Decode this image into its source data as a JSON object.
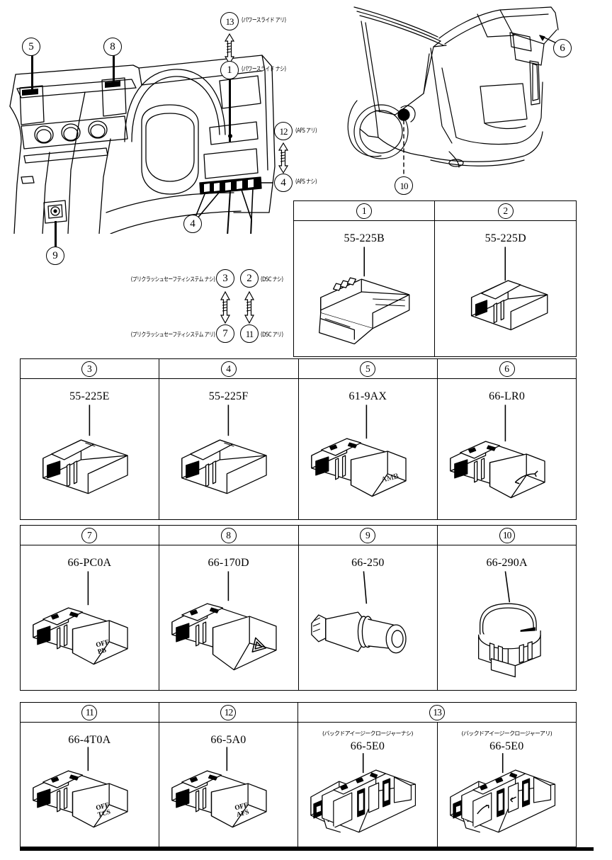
{
  "document": {
    "type": "automotive-parts-illustration",
    "title": "Switch parts illustration with reference table"
  },
  "diagram": {
    "interior_view": {
      "callouts": [
        {
          "id": "5",
          "label": "5",
          "note": ""
        },
        {
          "id": "8",
          "label": "8",
          "note": ""
        },
        {
          "id": "13",
          "label": "13",
          "note": "(パワースライド アリ)"
        },
        {
          "id": "1",
          "label": "1",
          "note": "(パワースライド ナシ)"
        },
        {
          "id": "12",
          "label": "12",
          "note": "(AFS アリ)"
        },
        {
          "id": "4",
          "label": "4",
          "note": "(AFS ナシ)"
        },
        {
          "id": "4b",
          "label": "4",
          "note": ""
        },
        {
          "id": "9",
          "label": "9",
          "note": ""
        },
        {
          "id": "3",
          "label": "3",
          "note": "(プリクラッシュセーフティシステム ナシ)"
        },
        {
          "id": "7",
          "label": "7",
          "note": "(プリクラッシュセーフティシステム アリ)"
        },
        {
          "id": "2",
          "label": "2",
          "note": "(DSC ナシ)"
        },
        {
          "id": "11",
          "label": "11",
          "note": "(DSC アリ)"
        }
      ]
    },
    "rear_view": {
      "callouts": [
        {
          "id": "6",
          "label": "6"
        },
        {
          "id": "10",
          "label": "10"
        }
      ]
    }
  },
  "table": {
    "rows": [
      {
        "headers": [
          "1",
          "2"
        ],
        "cells": [
          {
            "num": "1",
            "part_number": "55-225B",
            "jp_note": "",
            "art": "ashtray",
            "face_text": ""
          },
          {
            "num": "2",
            "part_number": "55-225D",
            "jp_note": "",
            "art": "blank-switch",
            "face_text": ""
          }
        ]
      },
      {
        "headers": [
          "3",
          "4",
          "5",
          "6"
        ],
        "cells": [
          {
            "num": "3",
            "part_number": "55-225E",
            "jp_note": "",
            "art": "blank-switch",
            "face_text": ""
          },
          {
            "num": "4",
            "part_number": "55-225F",
            "jp_note": "",
            "art": "blank-switch",
            "face_text": ""
          },
          {
            "num": "5",
            "part_number": "61-9AX",
            "jp_note": "",
            "art": "rocker-switch",
            "face_text": "AMB"
          },
          {
            "num": "6",
            "part_number": "66-LR0",
            "jp_note": "",
            "art": "rocker-switch",
            "face_text": "hatch-icon"
          }
        ]
      },
      {
        "headers": [
          "7",
          "8",
          "9",
          "10"
        ],
        "cells": [
          {
            "num": "7",
            "part_number": "66-PC0A",
            "jp_note": "",
            "art": "rocker-switch",
            "face_text": "OFF PB"
          },
          {
            "num": "8",
            "part_number": "66-170D",
            "jp_note": "",
            "art": "hazard-switch",
            "face_text": "hazard-icon"
          },
          {
            "num": "9",
            "part_number": "66-250",
            "jp_note": "",
            "art": "cigarette-lighter",
            "face_text": ""
          },
          {
            "num": "10",
            "part_number": "66-290A",
            "jp_note": "",
            "art": "push-button",
            "face_text": ""
          }
        ]
      },
      {
        "headers": [
          "11",
          "12",
          "13"
        ],
        "cells": [
          {
            "num": "11",
            "part_number": "66-4T0A",
            "jp_note": "",
            "art": "rocker-switch",
            "face_text": "OFF TCS"
          },
          {
            "num": "12",
            "part_number": "66-5A0",
            "jp_note": "",
            "art": "rocker-switch",
            "face_text": "OFF AFS"
          },
          {
            "num": "13a",
            "part_number": "66-5E0",
            "jp_note": "(バックドアイージークロージャーナシ)",
            "art": "multi-switch-plain",
            "face_text": ""
          },
          {
            "num": "13b",
            "part_number": "66-5E0",
            "jp_note": "(バックドアイージークロージャーアリ)",
            "art": "multi-switch-icons",
            "face_text": ""
          }
        ]
      }
    ]
  },
  "labels": {
    "amb": "AMB",
    "off": "OFF",
    "pb": "PB",
    "tcs": "TCS",
    "afs": "AFS"
  },
  "colors": {
    "line": "#000000",
    "background": "#ffffff"
  }
}
